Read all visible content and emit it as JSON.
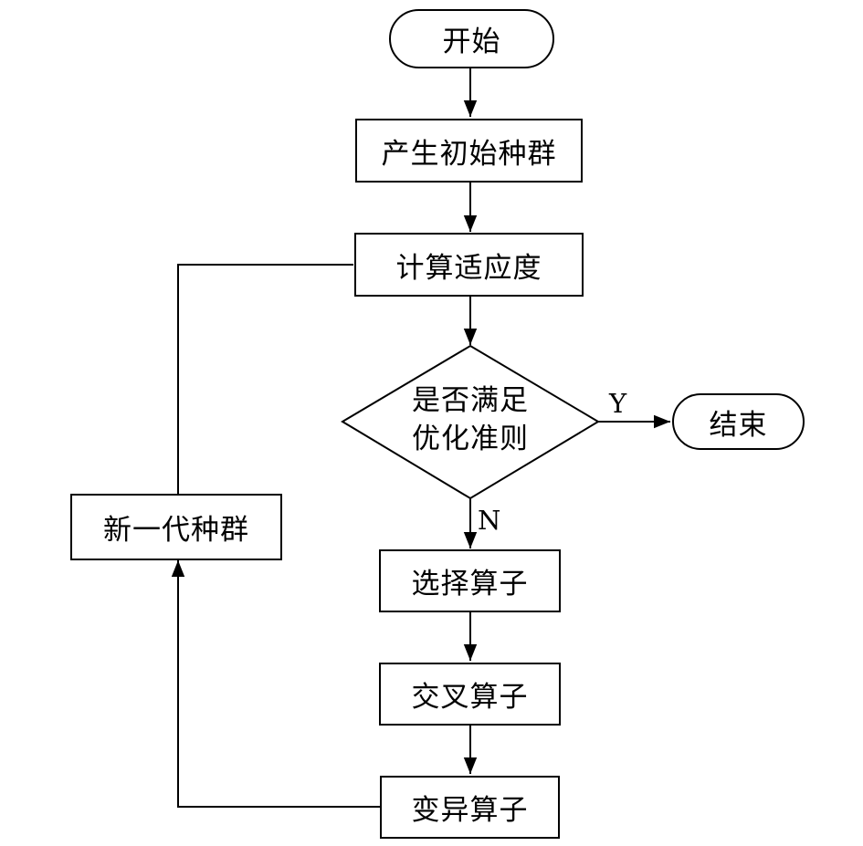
{
  "flowchart": {
    "start": "开始",
    "init_population": "产生初始种群",
    "compute_fitness": "计算适应度",
    "decision_line1": "是否满足",
    "decision_line2": "优化准则",
    "yes_label": "Y",
    "no_label": "N",
    "end": "结束",
    "selection": "选择算子",
    "crossover": "交叉算子",
    "mutation": "变异算子",
    "new_population": "新一代种群"
  }
}
